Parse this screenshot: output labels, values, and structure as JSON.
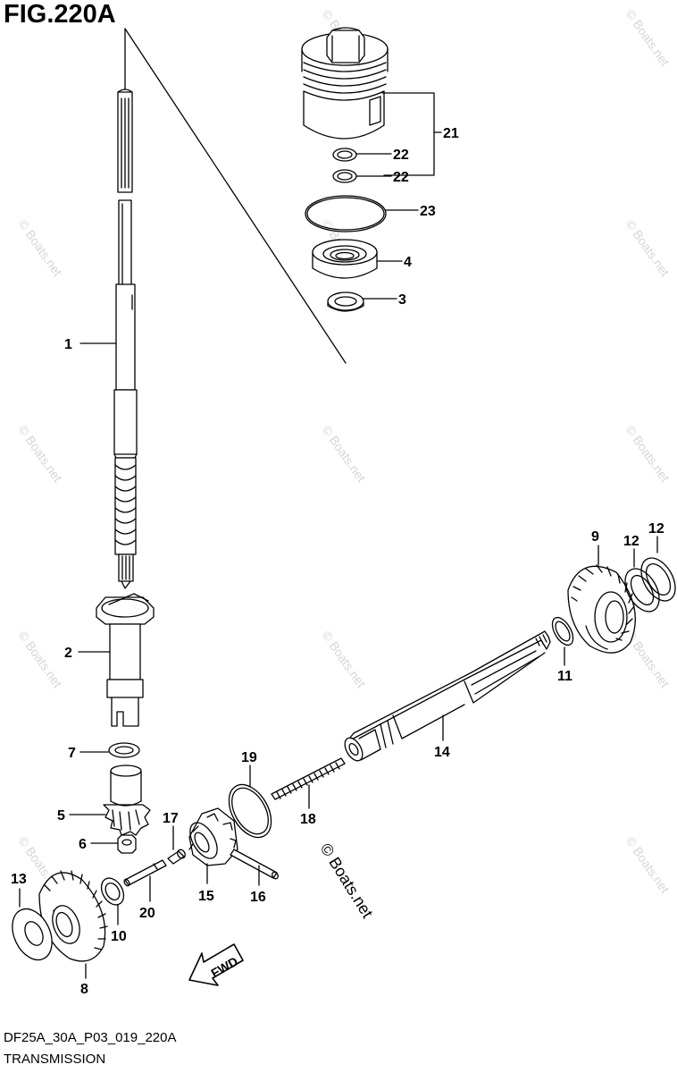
{
  "figure": {
    "title": "FIG.220A",
    "code": "DF25A_30A_P03_019_220A",
    "caption": "TRANSMISSION"
  },
  "watermark": {
    "text": "© Boats.net",
    "color": "#d6d6d6"
  },
  "brand_mark": "© Boats.net",
  "direction_arrow": {
    "label": "FWD",
    "icon": "forward-arrow-icon"
  },
  "callouts": [
    {
      "id": "c1",
      "label": "1"
    },
    {
      "id": "c2",
      "label": "2"
    },
    {
      "id": "c3",
      "label": "3"
    },
    {
      "id": "c4",
      "label": "4"
    },
    {
      "id": "c5",
      "label": "5"
    },
    {
      "id": "c6",
      "label": "6"
    },
    {
      "id": "c7",
      "label": "7"
    },
    {
      "id": "c8",
      "label": "8"
    },
    {
      "id": "c9",
      "label": "9"
    },
    {
      "id": "c10",
      "label": "10"
    },
    {
      "id": "c11",
      "label": "11"
    },
    {
      "id": "c12a",
      "label": "12"
    },
    {
      "id": "c12b",
      "label": "12"
    },
    {
      "id": "c13",
      "label": "13"
    },
    {
      "id": "c14",
      "label": "14"
    },
    {
      "id": "c15",
      "label": "15"
    },
    {
      "id": "c16",
      "label": "16"
    },
    {
      "id": "c17",
      "label": "17"
    },
    {
      "id": "c18",
      "label": "18"
    },
    {
      "id": "c19",
      "label": "19"
    },
    {
      "id": "c20",
      "label": "20"
    },
    {
      "id": "c21",
      "label": "21"
    },
    {
      "id": "c22a",
      "label": "22"
    },
    {
      "id": "c22b",
      "label": "22"
    },
    {
      "id": "c23",
      "label": "23"
    }
  ]
}
